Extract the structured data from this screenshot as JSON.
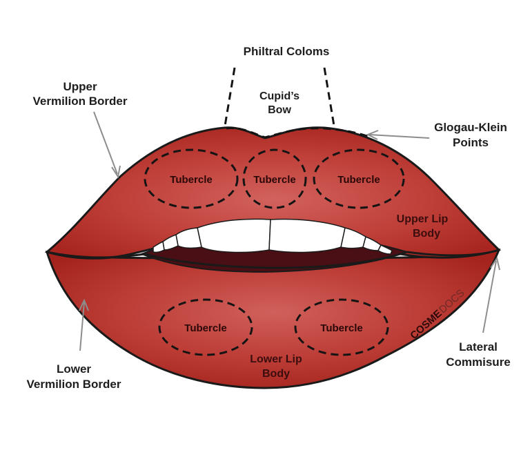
{
  "diagram": {
    "labels": {
      "philtral_columns": "Philtral Coloms",
      "cupids_bow": [
        "Cupid’s",
        "Bow"
      ],
      "upper_vermilion_border": [
        "Upper",
        "Vermilion Border"
      ],
      "glogau_klein_points": [
        "Glogau-Klein",
        "Points"
      ],
      "upper_lip_body": [
        "Upper Lip",
        "Body"
      ],
      "lower_lip_body": [
        "Lower Lip",
        "Body"
      ],
      "lower_vermilion_border": [
        "Lower",
        "Vermilion Border"
      ],
      "lateral_commisure": [
        "Lateral",
        "Commisure"
      ],
      "tubercle": "Tubercle"
    },
    "watermark": {
      "brand_bold": "COSME",
      "brand_light": "DOCS"
    },
    "colors": {
      "lip": "#b8322c",
      "lip_highlight": "#cf5b57",
      "outline": "#1a1a1a",
      "mouth_interior": "#4a0f14",
      "teeth": "#ffffff",
      "arrow": "#8d8d8d"
    }
  }
}
